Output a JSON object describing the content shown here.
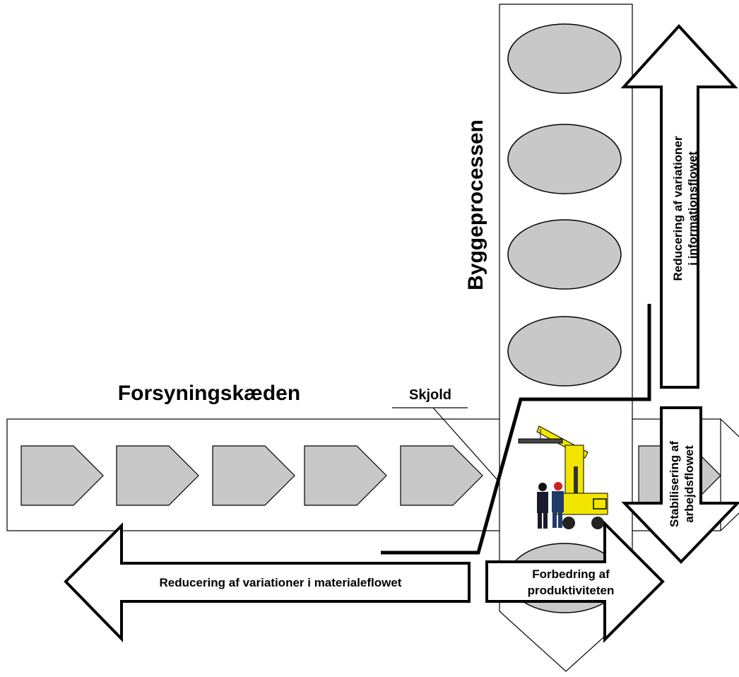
{
  "labels": {
    "byggeprocessen": "Byggeprocessen",
    "forsyningskaeden": "Forsyningskæden",
    "skjold": "Skjold",
    "material_arrow": "Reducering af variationer i materialeflowet",
    "info_arrow_line1": "Reducering af variationer",
    "info_arrow_line2": "i informationsflowet",
    "work_arrow_line1": "Stabilisering af",
    "work_arrow_line2": "arbejdsflowet",
    "productivity_line1": "Forbedring af",
    "productivity_line2": "produktiviteten"
  },
  "icons": {
    "crane": "mobile-crane-with-workers-icon"
  },
  "colors": {
    "shape_fill": "#c8c8c8",
    "stroke": "#000000",
    "background": "#ffffff",
    "crane_yellow": "#f2e600"
  }
}
